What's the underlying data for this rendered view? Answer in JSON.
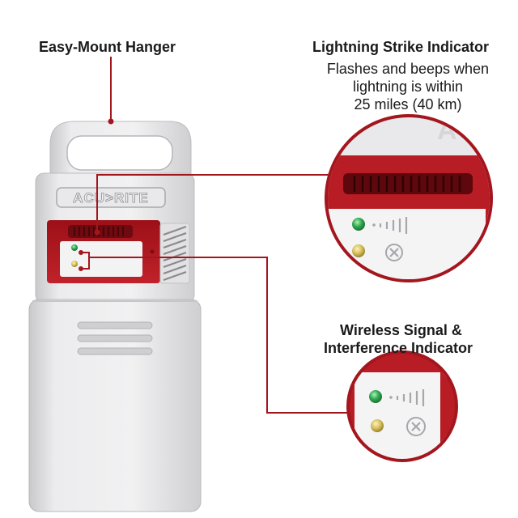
{
  "brand": {
    "logo_text": "ACU>RITE"
  },
  "callouts": {
    "hanger": {
      "title": "Easy-Mount Hanger"
    },
    "lightning_strike": {
      "title": "Lightning Strike Indicator",
      "description_lines": [
        "Flashes and beeps when",
        "lightning is within",
        "25 miles (40 km)"
      ]
    },
    "wireless": {
      "title_lines": [
        "Wireless Signal &",
        "Interference Indicator"
      ]
    }
  },
  "colors": {
    "accent_red": "#b01a22",
    "callout_line": "#a4161e",
    "device_body": "#e4e4e6",
    "led_green": "#2fa84f",
    "led_amber": "#d9c15a"
  },
  "icons": {
    "signal": "signal-strength-icon",
    "interference": "interference-x-icon",
    "led_green": "green-led-icon",
    "led_amber": "amber-led-icon"
  }
}
